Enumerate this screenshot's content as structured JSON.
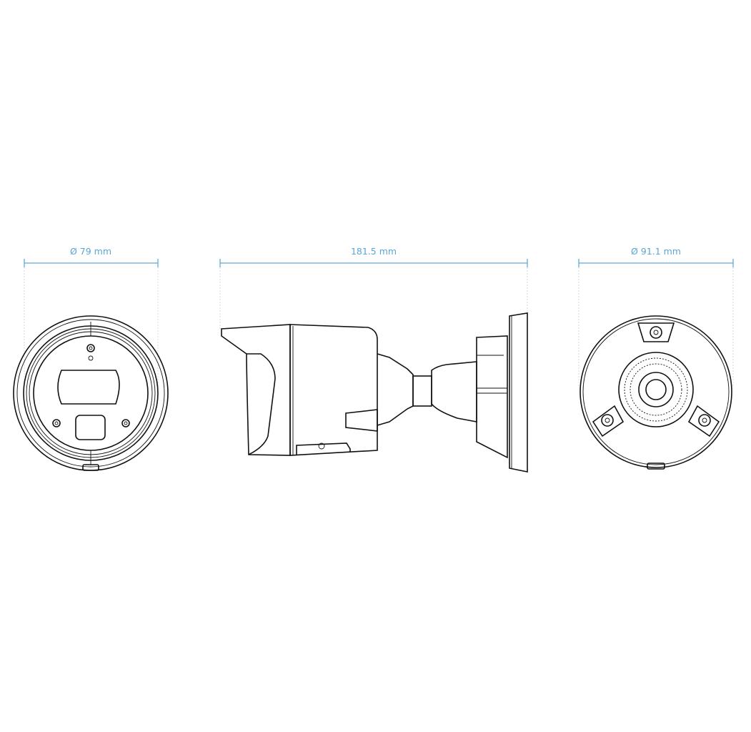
{
  "dimensions": {
    "front_diameter": "Ø 79 mm",
    "length": "181.5 mm",
    "mount_diameter": "Ø 91.1 mm"
  },
  "colors": {
    "dimension": "#5aa6d6",
    "outline": "#111111"
  }
}
